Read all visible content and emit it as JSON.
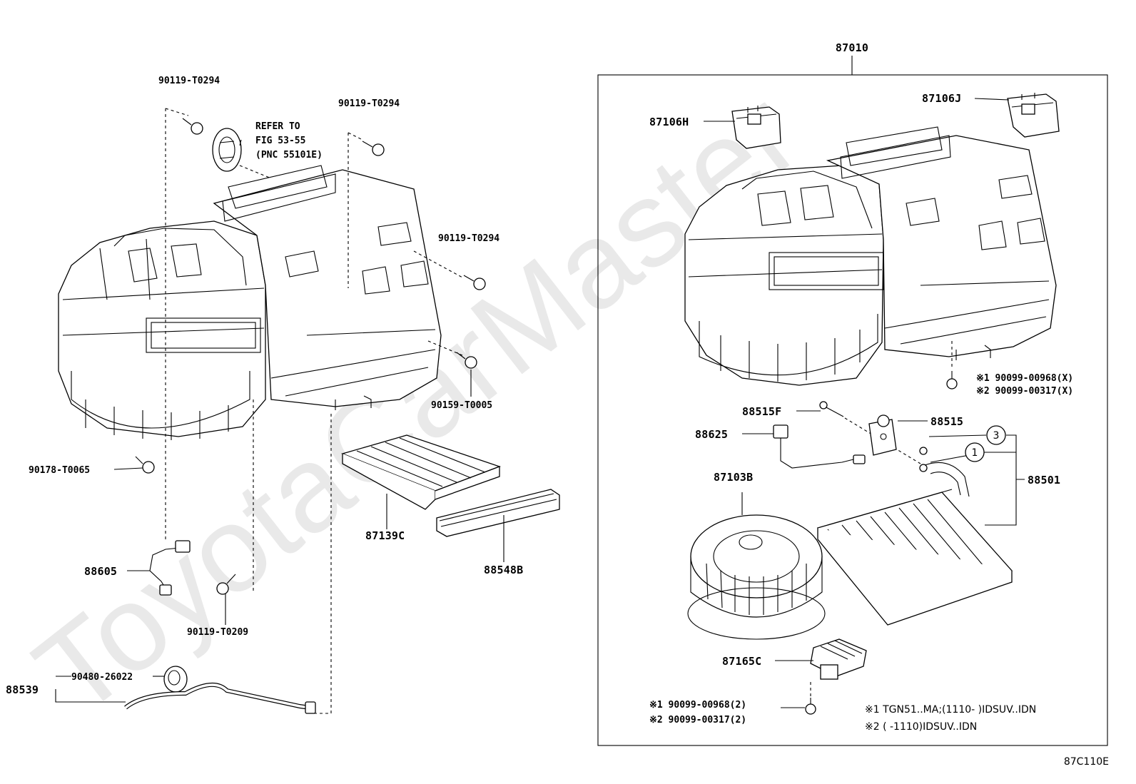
{
  "watermark": "ToyotaCarMaster",
  "figure_code": "87C110E",
  "assembly": {
    "number": "87010"
  },
  "callouts": {
    "bolt_top_left": "90119-T0294",
    "bolt_top_mid": "90119-T0294",
    "bolt_right": "90119-T0294",
    "screw_right": "90159-T0005",
    "bolt_bottom_left": "90178-T0065",
    "bolt_bottom_mid": "90119-T0209",
    "grommet": "90480-26022",
    "drain_hose": "88539",
    "thermistor_left": "88605",
    "filter": "87139C",
    "filter_case": "88548B",
    "servo_h": "87106H",
    "servo_j": "87106J",
    "screw_x": "88515F",
    "valve": "88515",
    "thermistor_right": "88625",
    "evaporator": "88501",
    "blower": "87103B",
    "resistor": "87165C"
  },
  "refer": {
    "line1": "REFER TO",
    "line2": "FIG 53-55",
    "line3": "(PNC 55101E)"
  },
  "circled": {
    "one": "1",
    "three": "3"
  },
  "kome_notes_top": {
    "line1": "※1 90099-00968(X)",
    "line2": "※2 90099-00317(X)"
  },
  "kome_notes_bottom": {
    "line1": "※1 90099-00968(2)",
    "line2": "※2 90099-00317(2)"
  },
  "legend": {
    "line1": "※1 TGN51..MA;(1110-      )IDSUV..IDN",
    "line2": "※2 (      -1110)IDSUV..IDN"
  }
}
